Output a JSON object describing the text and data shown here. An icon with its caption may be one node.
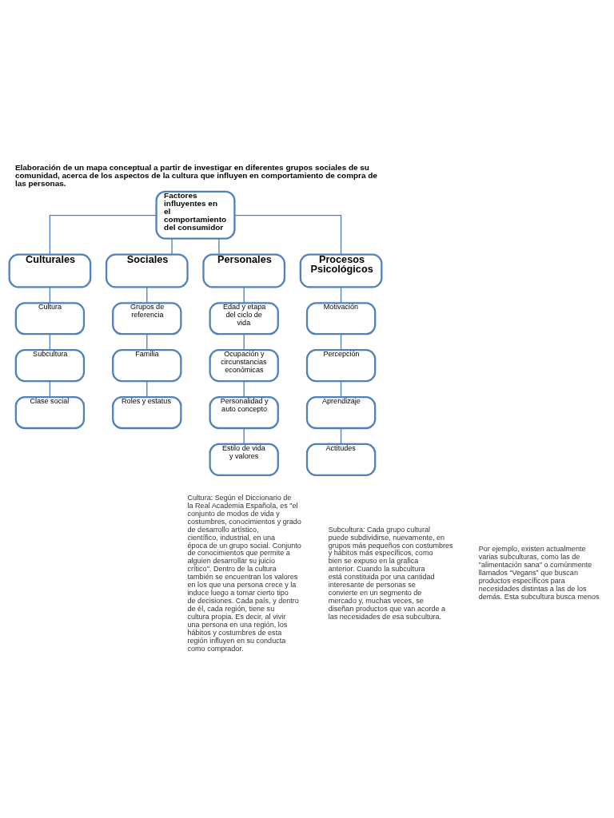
{
  "diagram": {
    "title": "Elaboración de un mapa conceptual a partir de investigar en diferentes grupos sociales de su comunidad, acerca de los aspectos de la cultura que influyen en comportamiento de compra de las personas.",
    "nodes": [
      {
        "text": [
          "Factores influyentes en el comportamiento del consumidor"
        ]
      },
      {
        "text": [
          "Culturales"
        ]
      },
      {
        "text": [
          "Cultura"
        ]
      },
      {
        "text": [
          "Subcultura"
        ]
      },
      {
        "text": [
          "Clase social"
        ]
      },
      {
        "text": [
          "Sociales"
        ]
      },
      {
        "text": [
          "Grupos de referencia"
        ]
      },
      {
        "text": [
          "Familia"
        ]
      },
      {
        "text": [
          "Roles y estatus"
        ]
      },
      {
        "text": [
          "Personales"
        ]
      },
      {
        "text": [
          "Edad y etapa del ciclo de vida"
        ]
      },
      {
        "text": [
          "Ocupación y circunstancias económicas"
        ]
      },
      {
        "text": [
          "Personalidad y auto concepto"
        ]
      },
      {
        "text": [
          "Estilo de vida y valores"
        ]
      },
      {
        "text": [
          "Procesos Psicológicos"
        ]
      },
      {
        "text": [
          "Motivación"
        ]
      },
      {
        "text": [
          "Percepción"
        ]
      },
      {
        "text": [
          "Aprendizaje"
        ]
      },
      {
        "text": [
          "Actitudes"
        ]
      }
    ],
    "edges": [
      {
        "from": 0,
        "to": 1,
        "arrow": "none"
      },
      {
        "from": 0,
        "to": 5,
        "arrow": "none"
      },
      {
        "from": 0,
        "to": 9,
        "arrow": "none"
      },
      {
        "from": 0,
        "to": 14,
        "arrow": "none"
      },
      {
        "from": 1,
        "to": 2,
        "arrow": "none"
      },
      {
        "from": 2,
        "to": 3,
        "arrow": "none"
      },
      {
        "from": 3,
        "to": 4,
        "arrow": "none"
      },
      {
        "from": 5,
        "to": 6,
        "arrow": "none"
      },
      {
        "from": 6,
        "to": 7,
        "arrow": "none"
      },
      {
        "from": 7,
        "to": 8,
        "arrow": "none"
      },
      {
        "from": 9,
        "to": 10,
        "arrow": "none"
      },
      {
        "from": 10,
        "to": 11,
        "arrow": "none"
      },
      {
        "from": 11,
        "to": 12,
        "arrow": "none"
      },
      {
        "from": 12,
        "to": 13,
        "arrow": "none"
      },
      {
        "from": 14,
        "to": 15,
        "arrow": "none"
      },
      {
        "from": 15,
        "to": 16,
        "arrow": "none"
      },
      {
        "from": 16,
        "to": 17,
        "arrow": "none"
      },
      {
        "from": 17,
        "to": 18,
        "arrow": "none"
      }
    ],
    "labels": [
      "Cultura: Según el Diccionario de la Real Academia Española, es \"el conjunto de modos de vida y costumbres, conocimientos y grado de desarrollo artístico, científico, industrial, en una época de un grupo social. Conjunto de conocimientos que permite a alguien desarrollar su juicio crítico\". Dentro de la cultura también se encuentran los valores en los que una persona crece y la induce luego a tomar cierto tipo de decisiones. Cada país, y dentro de él, cada región, tiene su cultura propia. Es decir, al vivir una persona en una región, los hábitos y costumbres de esta región influyen en su conducta como comprador.",
      "Subcultura: Cada grupo cultural puede subdividirse, nuevamente, en grupos más pequeños con costumbres y hábitos más específicos, como bien se expuso en la grafica anterior. Cuando la subcultura está constituida por una cantidad interesante de personas se convierte en un segmento de mercado y, muchas veces, se diseñan productos que van acorde a las necesidades de esa subcultura.",
      "Por ejemplo, existen actualmente varias subculturas, como las de \"alimentación sana\" o comúnmente llamados “Vegans” que buscan productos específicos para necesidades distintas a las de los demás. Esta subcultura busca menos"
    ]
  }
}
